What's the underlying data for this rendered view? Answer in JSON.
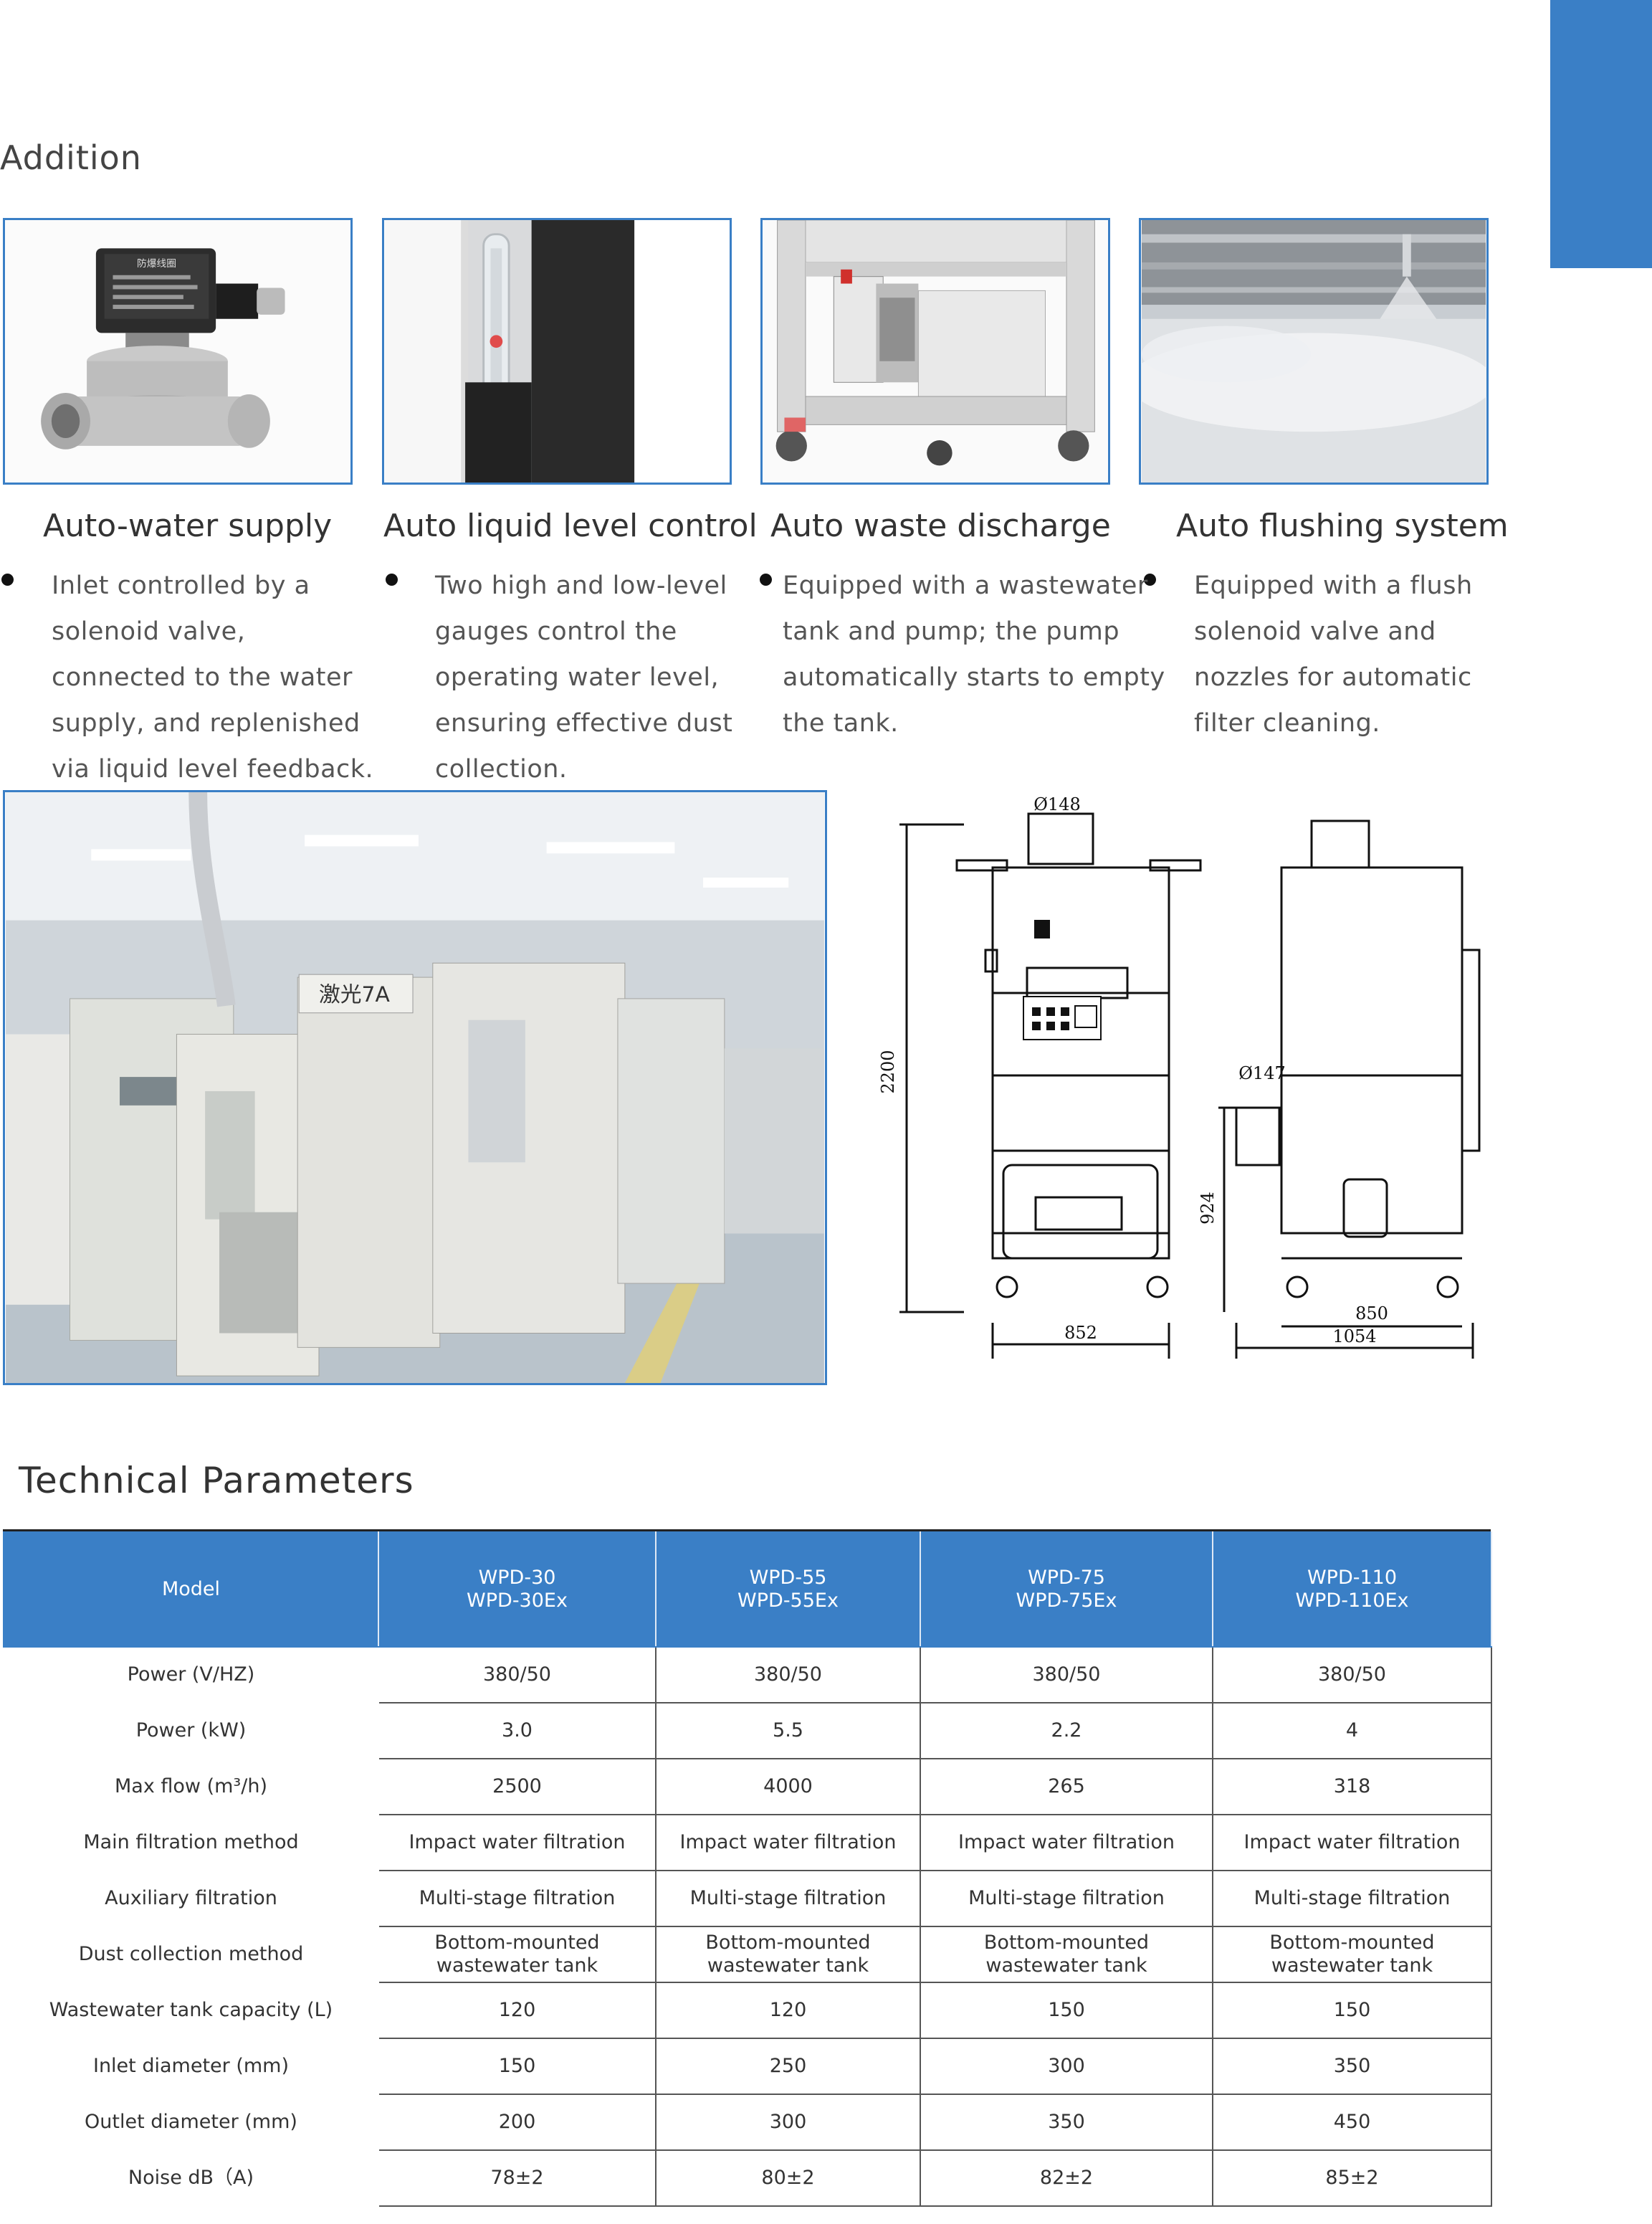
{
  "section_title": "Addition",
  "features": [
    {
      "title": "Auto-water supply",
      "lines": [
        "Inlet controlled by a",
        "solenoid valve,",
        "connected to the water",
        "supply, and replenished",
        "via liquid level feedback."
      ]
    },
    {
      "title": "Auto liquid level control",
      "lines": [
        "Two high and low-level",
        "gauges control the",
        "operating water level,",
        "ensuring effective dust",
        "collection."
      ]
    },
    {
      "title": "Auto waste discharge",
      "lines": [
        "Equipped with a wastewater",
        "tank and pump; the pump",
        "automatically starts to empty",
        "the tank."
      ]
    },
    {
      "title": "Auto flushing system",
      "lines": [
        "Equipped with a flush",
        "solenoid valve and",
        "nozzles for automatic",
        "filter cleaning."
      ]
    }
  ],
  "photo_labels": {
    "machine_sign": "激光7A",
    "valve_label": "防爆线圈"
  },
  "drawing": {
    "dim_top_front": "Ø148",
    "dim_height": "2200",
    "dim_width_front": "852",
    "dim_side_inlet": "Ø147",
    "dim_tank_height": "924",
    "dim_side_inner": "850",
    "dim_side_width": "1054"
  },
  "tech_title": "Technical Parameters",
  "table": {
    "header_label": "Model",
    "models": [
      {
        "line1": "WPD-30",
        "line2": "WPD-30Ex"
      },
      {
        "line1": "WPD-55",
        "line2": "WPD-55Ex"
      },
      {
        "line1": "WPD-75",
        "line2": "WPD-75Ex"
      },
      {
        "line1": "WPD-110",
        "line2": "WPD-110Ex"
      }
    ],
    "rows": [
      {
        "label": "Power (V/HZ)",
        "values": [
          "380/50",
          "380/50",
          "380/50",
          "380/50"
        ]
      },
      {
        "label": "Power (kW)",
        "values": [
          "3.0",
          "5.5",
          "2.2",
          "4"
        ]
      },
      {
        "label": "Max flow (m³/h)",
        "values": [
          "2500",
          "4000",
          "265",
          "318"
        ]
      },
      {
        "label": "Main filtration method",
        "values": [
          "Impact water filtration",
          "Impact water filtration",
          "Impact water filtration",
          "Impact water filtration"
        ]
      },
      {
        "label": "Auxiliary filtration",
        "values": [
          "Multi-stage filtration",
          "Multi-stage filtration",
          "Multi-stage filtration",
          "Multi-stage filtration"
        ]
      },
      {
        "label": "Dust collection method",
        "values": [
          "Bottom-mounted wastewater tank",
          "Bottom-mounted wastewater tank",
          "Bottom-mounted wastewater tank",
          "Bottom-mounted wastewater tank"
        ]
      },
      {
        "label": "Wastewater tank capacity (L)",
        "values": [
          "120",
          "120",
          "150",
          "150"
        ]
      },
      {
        "label": "Inlet diameter (mm)",
        "values": [
          "150",
          "250",
          "300",
          "350"
        ]
      },
      {
        "label": "Outlet diameter (mm)",
        "values": [
          "200",
          "300",
          "350",
          "450"
        ]
      },
      {
        "label": "Noise dB（A)",
        "values": [
          "78±2",
          "80±2",
          "82±2",
          "85±2"
        ]
      }
    ]
  }
}
